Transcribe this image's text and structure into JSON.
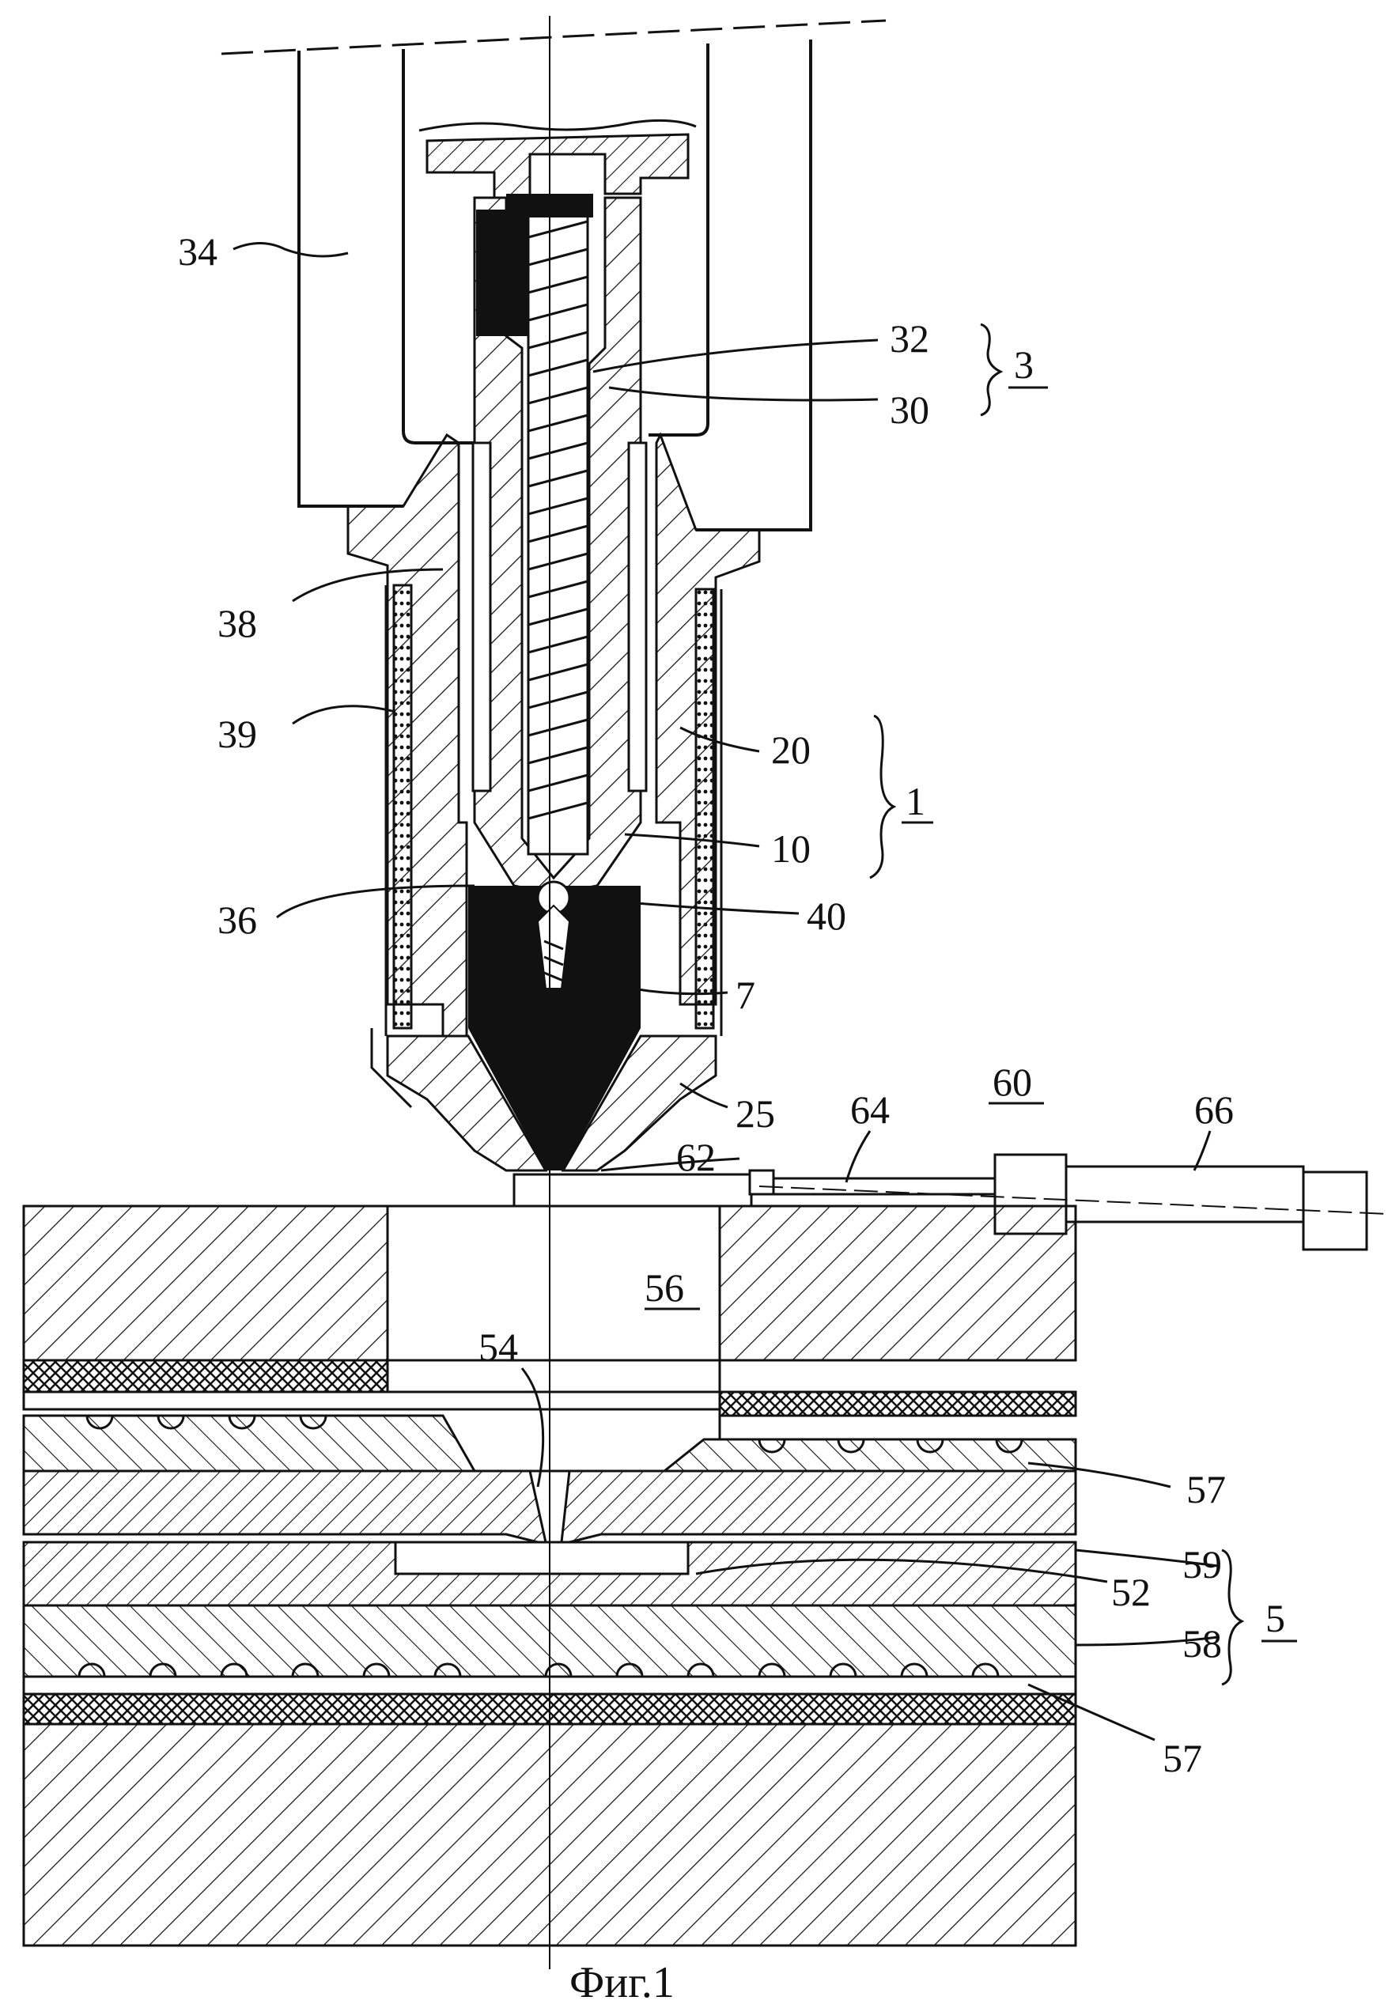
{
  "figure": {
    "caption": "Фиг.1",
    "labels": {
      "l34": "34",
      "l32": "32",
      "l30": "30",
      "l3": "3",
      "l38": "38",
      "l39": "39",
      "l20": "20",
      "l1": "1",
      "l10": "10",
      "l36": "36",
      "l40": "40",
      "l7": "7",
      "l25": "25",
      "l64": "64",
      "l60": "60",
      "l66": "66",
      "l62": "62",
      "l56": "56",
      "l54": "54",
      "l57a": "57",
      "l59": "59",
      "l52": "52",
      "l5": "5",
      "l58": "58",
      "l57b": "57"
    }
  },
  "colors": {
    "ink": "#111111",
    "paper": "#ffffff"
  }
}
